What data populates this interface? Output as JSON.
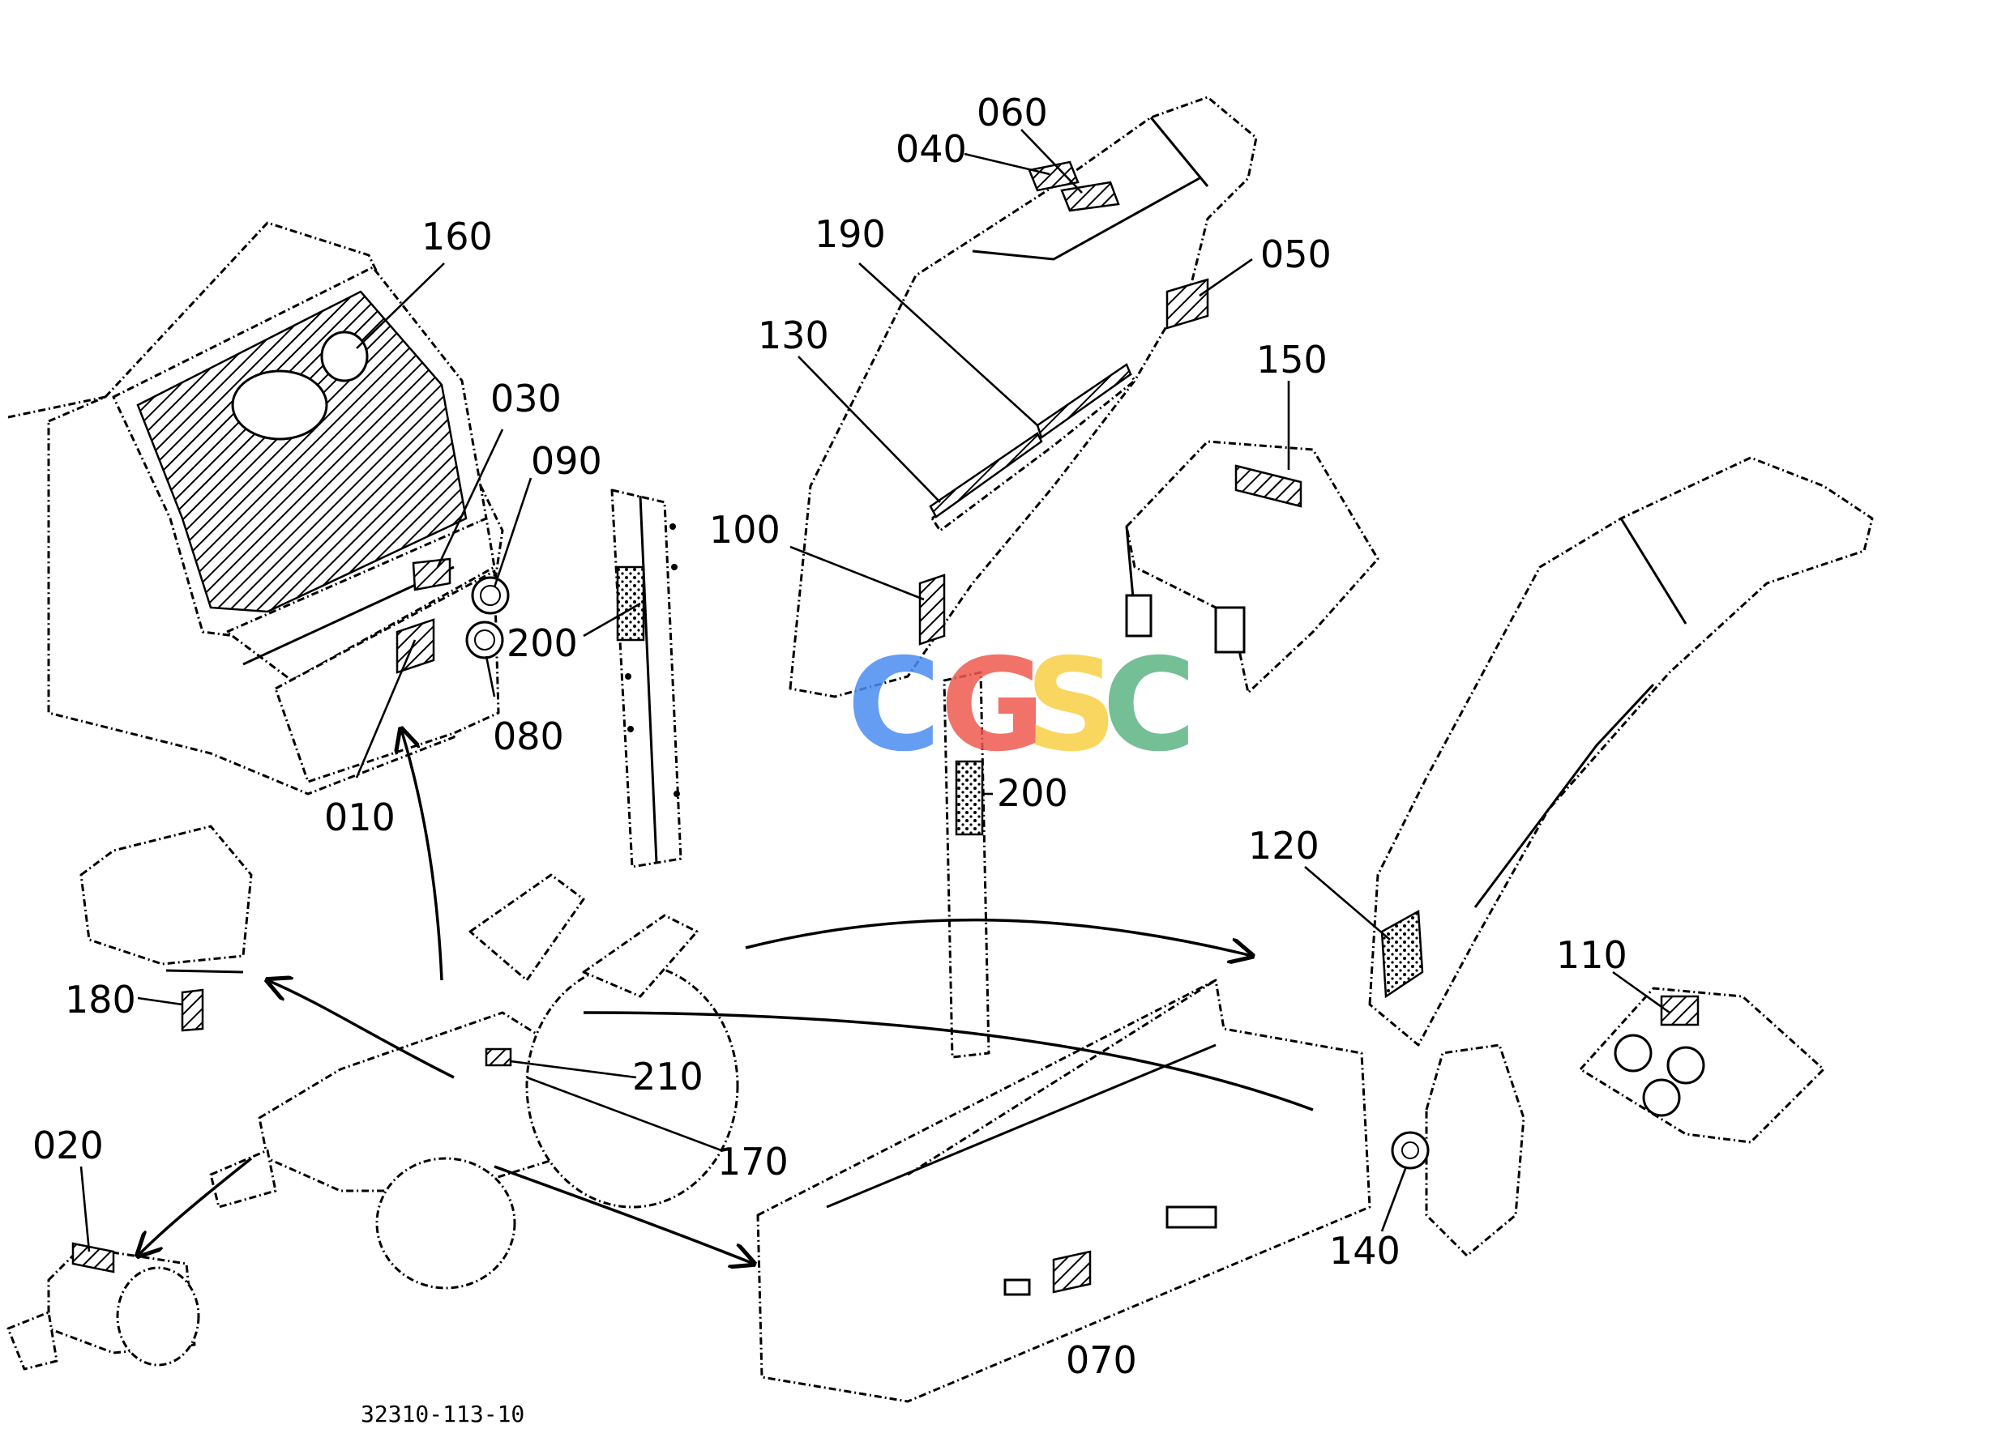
{
  "diagram_code": "32310-113-10",
  "watermark": {
    "letters": [
      "C",
      "G",
      "S",
      "C"
    ],
    "colors": [
      "#4a8df0",
      "#ee5a4f",
      "#f8cf44",
      "#5cb584"
    ]
  },
  "callouts": {
    "c010": "010",
    "c020": "020",
    "c030": "030",
    "c040": "040",
    "c050": "050",
    "c060": "060",
    "c070": "070",
    "c080": "080",
    "c090": "090",
    "c100": "100",
    "c110": "110",
    "c120": "120",
    "c130": "130",
    "c140": "140",
    "c150": "150",
    "c160": "160",
    "c170": "170",
    "c180": "180",
    "c190": "190",
    "c200a": "200",
    "c200b": "200",
    "c210": "210"
  }
}
